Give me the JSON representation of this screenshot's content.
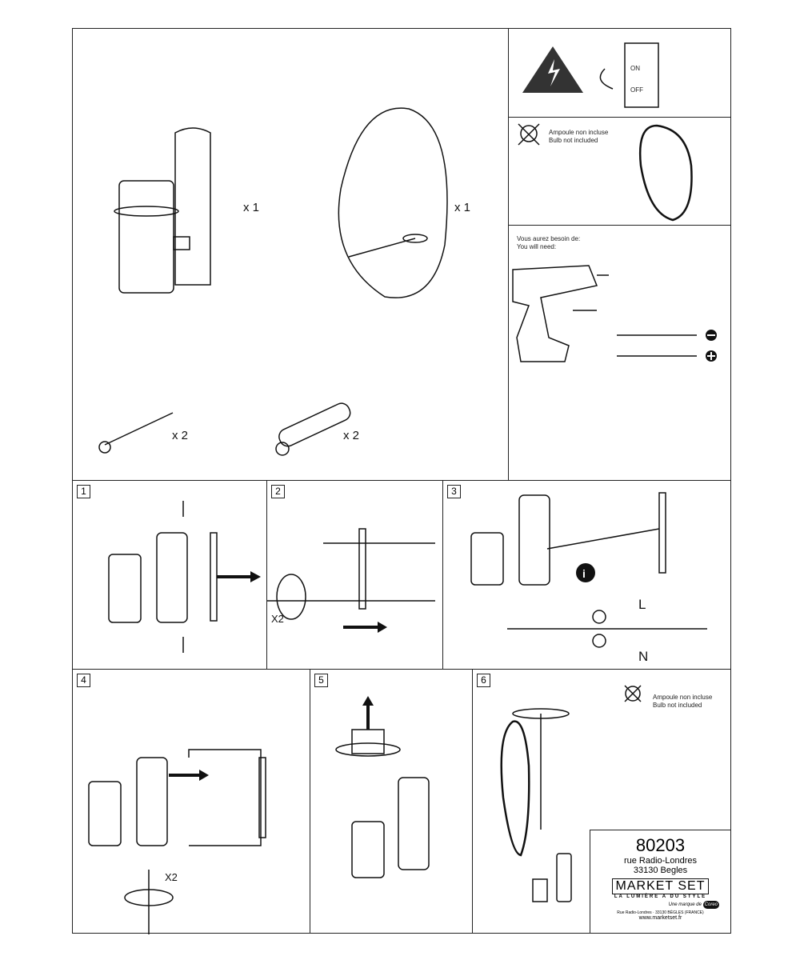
{
  "parts": {
    "lamp_qty": "x 1",
    "shade_qty": "x 1",
    "screw_qty": "x 2",
    "plug_qty": "x 2"
  },
  "bulb_notice": {
    "fr": "Ampoule non incluse",
    "en": "Bulb not included"
  },
  "breaker": {
    "on": "ON",
    "off": "OFF"
  },
  "tools": {
    "fr": "Vous aurez besoin de:",
    "en": "You will need:"
  },
  "steps": [
    "1",
    "2",
    "3",
    "4",
    "5",
    "6"
  ],
  "step2": {
    "repeat": "X2"
  },
  "step3": {
    "live": "L",
    "neutral": "N"
  },
  "step4": {
    "repeat": "X2"
  },
  "info": {
    "ref": "80203",
    "street": "rue Radio-Londres",
    "city": "33130 Begles",
    "brand": "MARKET SET",
    "tagline": "LA LUMIÈRE A DU STYLE",
    "group": "Une marque de",
    "group_logo": "Coreo",
    "address": "Rue Radio-Londres · 33130 BÈGLES (FRANCE)",
    "website": "www.marketset.fr"
  }
}
